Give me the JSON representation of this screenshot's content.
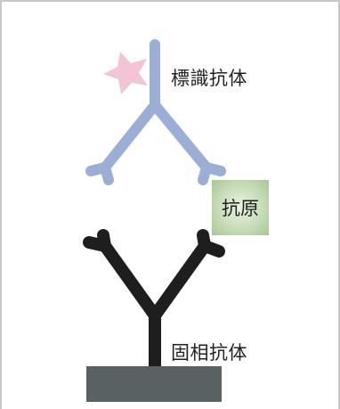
{
  "labels": {
    "labeled_antibody": "標識抗体",
    "antigen": "抗原",
    "solid_phase_antibody": "固相抗体"
  },
  "colors": {
    "labeled_antibody": "#9aaed6",
    "label_star": "#f2c4d6",
    "antigen_box": "#c7ddb9",
    "solid_phase_antibody": "#1e1e1e",
    "solid_base": "#5a6163",
    "frame_border": "#c8c8c8"
  },
  "icons": {
    "label_marker": "star-icon"
  }
}
